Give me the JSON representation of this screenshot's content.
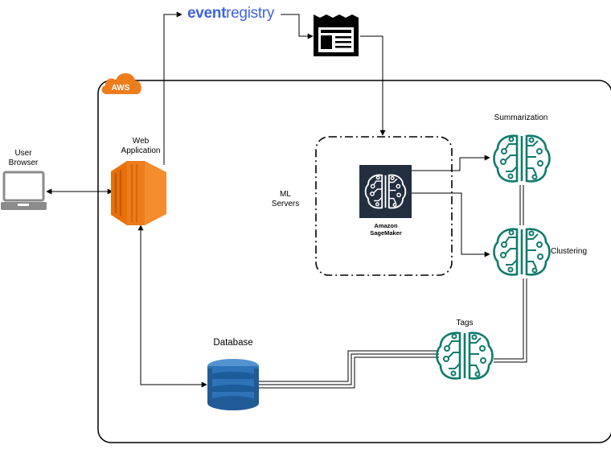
{
  "nodes": {
    "event_registry": {
      "part1": "event",
      "part2": "registry"
    },
    "aws_badge": "AWS",
    "user_browser": {
      "line1": "User",
      "line2": "Browser"
    },
    "web_app": {
      "line1": "Web",
      "line2": "Application"
    },
    "ml_servers": {
      "line1": "ML",
      "line2": "Servers"
    },
    "sagemaker": {
      "line1": "Amazon",
      "line2": "SageMaker"
    },
    "summarization": "Summarization",
    "clustering": "Clustering",
    "tags": "Tags",
    "database": "Database"
  },
  "colors": {
    "aws_orange": "#ed7d1c",
    "ml_green": "#0f7b6c",
    "dynamo_blue": "#2e73b8",
    "sagemaker_bg": "#232f3e",
    "eventregistry_blue": "#3e63dd"
  },
  "icons": {
    "news": "newspaper-icon",
    "browser": "laptop-icon",
    "web_app": "ec2-instance-icon",
    "sagemaker": "sagemaker-brain-icon",
    "ml_model": "ml-brain-icon",
    "database": "dynamodb-icon"
  }
}
